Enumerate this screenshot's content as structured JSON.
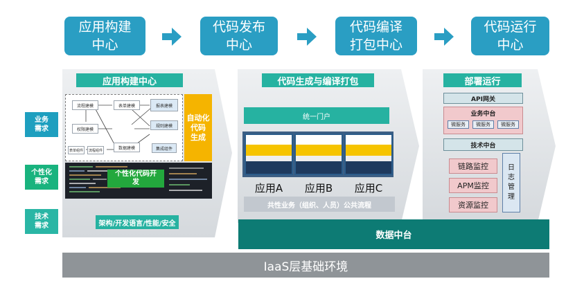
{
  "stages": [
    {
      "label": "应用构建\n中心"
    },
    {
      "label": "代码发布\n中心"
    },
    {
      "label": "代码编译\n打包中心"
    },
    {
      "label": "代码运行\n中心"
    }
  ],
  "left_labels": [
    {
      "text": "业务\n需求"
    },
    {
      "text": "个性化\n需求"
    },
    {
      "text": "技术\n需求"
    }
  ],
  "build_panel": {
    "title": "应用构建中心",
    "nodes": [
      "流程建模",
      "表单建模",
      "权限建模",
      "数据建模",
      "规则建模",
      "报表建模",
      "集成组件",
      "表单组件",
      "流程组件"
    ],
    "auto_gen": "自动化\n代码\n生成",
    "custom_dev": "个性化代码开\n发",
    "footer": "架构/开发语言/性能/安全"
  },
  "compile_panel": {
    "title": "代码生成与编译打包",
    "portal": "统一门户",
    "apps": [
      "应用A",
      "应用B",
      "应用C"
    ],
    "common": "共性业务（组织、人员）公共流程"
  },
  "deploy_panel": {
    "title": "部署运行",
    "api_gateway": "API网关",
    "biz_platform": "业务中台",
    "services": [
      "微服务",
      "微服务",
      "微服务"
    ],
    "tech_platform": "技术中台",
    "monitors": [
      "链路监控",
      "APM监控",
      "资源监控"
    ],
    "log_mgmt": "日\n志\n管\n理"
  },
  "data_platform": "数据中台",
  "iaas": "IaaS层基础环境",
  "colors": {
    "stage": "#2a9ec3",
    "teal": "#26b2a1",
    "dark_teal": "#0d7b74",
    "iaas": "#8f9498"
  }
}
